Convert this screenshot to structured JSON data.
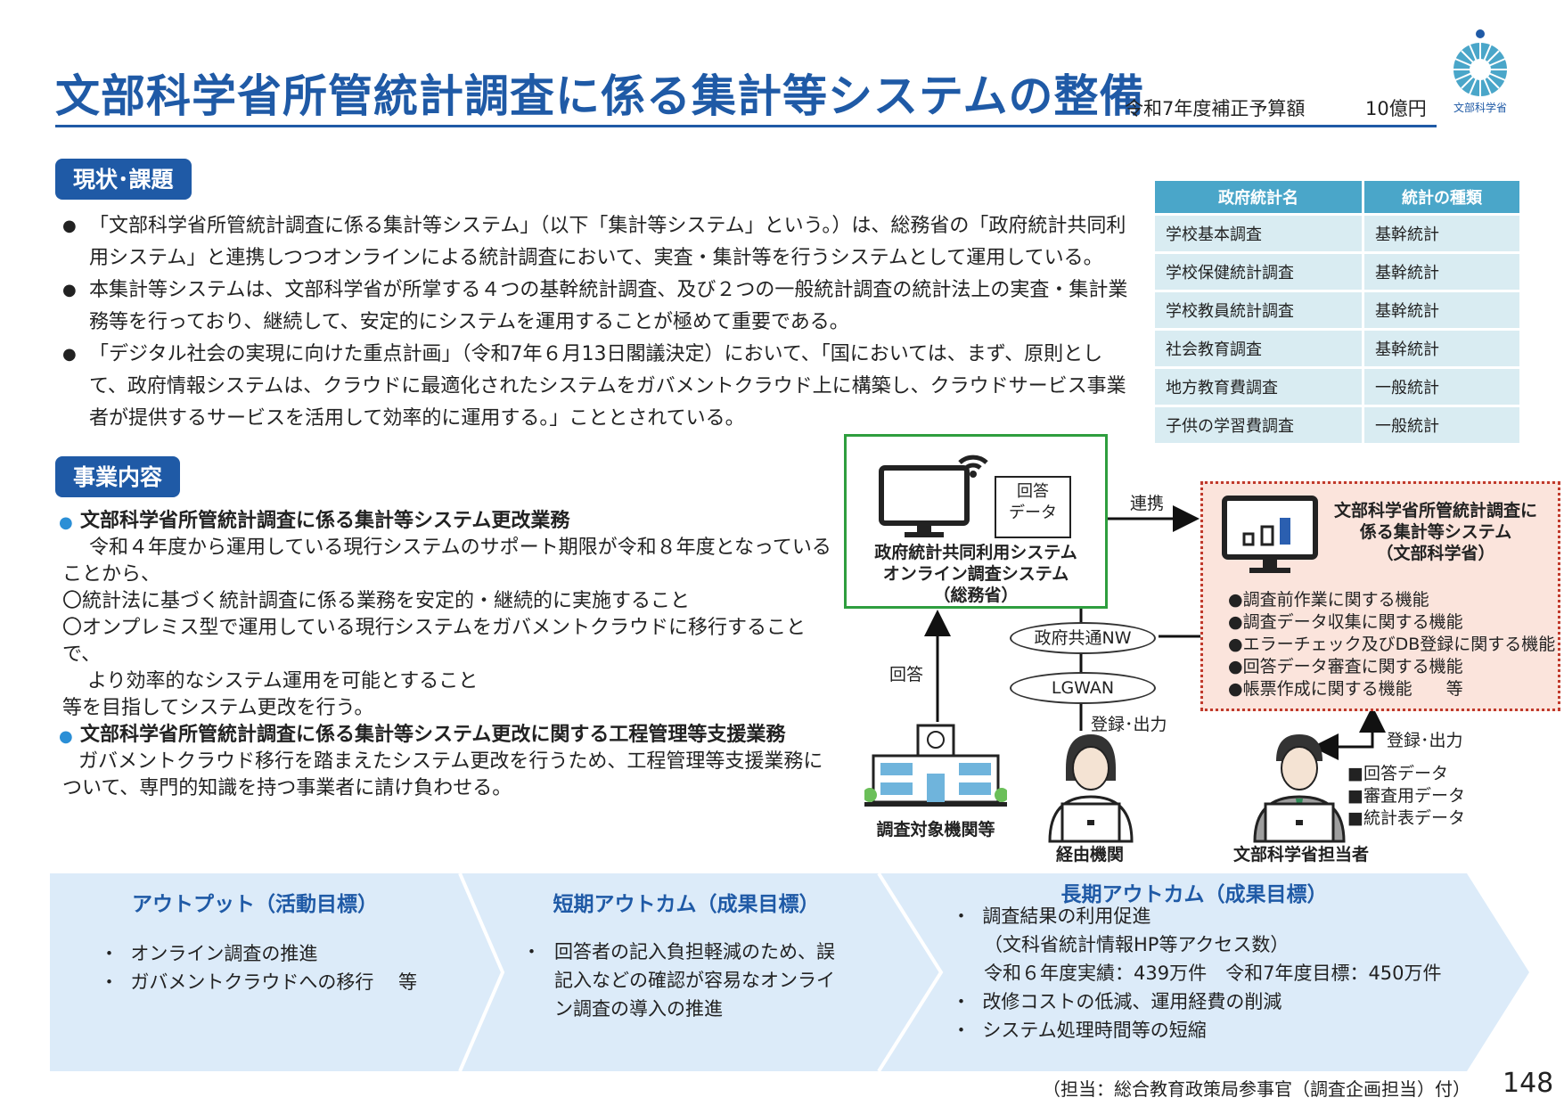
{
  "header": {
    "title": "文部科学省所管統計調査に係る集計等システムの整備",
    "budget_label": "令和7年度補正予算額",
    "budget_value": "10億円",
    "logo_text": "文部科学省"
  },
  "status_section": {
    "heading": "現状･課題",
    "bullets": [
      "「文部科学省所管統計調査に係る集計等システム」（以下「集計等システム」という。）は、総務省の「政府統計共同利用システム」と連携しつつオンラインによる統計調査において、実査・集計等を行うシステムとして運用している。",
      "本集計等システムは、文部科学省が所掌する４つの基幹統計調査、及び２つの一般統計調査の統計法上の実査・集計業務等を行っており、継続して、安定的にシステムを運用することが極めて重要である。",
      "「デジタル社会の実現に向けた重点計画」（令和7年６月13日閣議決定）において、「国においては、まず、原則として、政府情報システムは、クラウドに最適化されたシステムをガバメントクラウド上に構築し、クラウドサービス事業者が提供するサービスを活用して効率的に運用する。」こととされている。"
    ]
  },
  "stat_table": {
    "headers": [
      "政府統計名",
      "統計の種類"
    ],
    "rows": [
      [
        "学校基本調査",
        "基幹統計"
      ],
      [
        "学校保健統計調査",
        "基幹統計"
      ],
      [
        "学校教員統計調査",
        "基幹統計"
      ],
      [
        "社会教育調査",
        "基幹統計"
      ],
      [
        "地方教育費調査",
        "一般統計"
      ],
      [
        "子供の学習費調査",
        "一般統計"
      ]
    ]
  },
  "business_section": {
    "heading": "事業内容",
    "item1_title": "文部科学省所管統計調査に係る集計等システム更改業務",
    "item1_lines": [
      "令和４年度から運用している現行システムのサポート期限が令和８年度となっている",
      "ことから、",
      "〇統計法に基づく統計調査に係る業務を安定的・継続的に実施すること",
      "〇オンプレミス型で運用している現行システムをガバメントクラウドに移行することで、",
      "より効率的なシステム運用を可能とすること",
      "等を目指してシステム更改を行う。"
    ],
    "item2_title": "文部科学省所管統計調査に係る集計等システム更改に関する工程管理等支援業務",
    "item2_lines": [
      "ガバメントクラウド移行を踏まえたシステム更改を行うため、工程管理等支援業務に",
      "ついて、専門的知識を持つ事業者に請け負わせる。"
    ]
  },
  "diagram": {
    "answer_doc": "回答\nデータ",
    "gov_system": "政府統計共同利用システム\nオンライン調査システム\n（総務省）",
    "link_label": "連携",
    "mext_system": "文部科学省所管統計調査に\n係る集計等システム\n（文部科学省）",
    "functions": [
      "●調査前作業に関する機能",
      "●調査データ収集に関する機能",
      "●エラーチェック及びDB登録に関する機能",
      "●回答データ審査に関する機能",
      "●帳票作成に関する機能　　等"
    ],
    "network1": "政府共通NW",
    "network2": "LGWAN",
    "answer_label": "回答",
    "register_output_1": "登録･出力",
    "register_output_2": "登録･出力",
    "target_org": "調査対象機関等",
    "via_org": "経由機関",
    "mext_staff": "文部科学省担当者",
    "data_types": [
      "■回答データ",
      "■審査用データ",
      "■統計表データ"
    ]
  },
  "outcomes": {
    "output_title": "アウトプット（活動目標）",
    "output_items": [
      "オンライン調査の推進",
      "ガバメントクラウドへの移行　 等"
    ],
    "short_title": "短期アウトカム（成果目標）",
    "short_items": [
      "回答者の記入負担軽減のため、誤記入などの確認が容易なオンライン調査の導入の推進"
    ],
    "long_title": "長期アウトカム（成果目標）",
    "long_item1": "調査結果の利用促進",
    "long_item1_sub1": "（文科省統計情報HP等アクセス数）",
    "long_item1_sub2": "令和６年度実績：439万件　令和7年度目標：450万件",
    "long_item2": "改修コストの低減、運用経費の削減",
    "long_item3": "システム処理時間等の短縮"
  },
  "footer": {
    "contact": "（担当：総合教育政策局参事官（調査企画担当）付）",
    "page": "148"
  },
  "colors": {
    "brand_blue": "#1f5aa6",
    "table_header": "#4aa6c9",
    "table_cell": "#d9ecf2",
    "green_border": "#2e9e3e",
    "red_dotted": "#c0392b",
    "pink_fill": "#fbe4dc",
    "band_fill": "#dcebf9"
  }
}
